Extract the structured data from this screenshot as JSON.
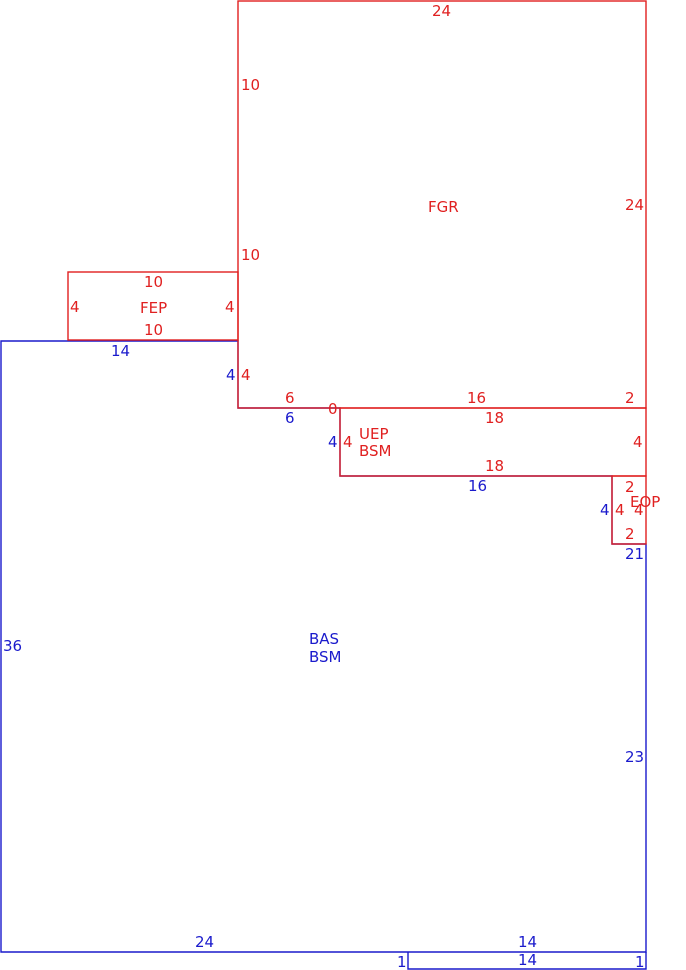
{
  "colors": {
    "upper_level": "#e02020",
    "base_level": "#1a1acc",
    "background": "#ffffff"
  },
  "areas": {
    "fgr": {
      "code": "FGR"
    },
    "fep": {
      "code": "FEP"
    },
    "uep": {
      "code": "UEP",
      "sub": "BSM"
    },
    "eop": {
      "code": "EOP"
    },
    "bas": {
      "code": "BAS",
      "sub": "BSM"
    }
  },
  "dimensions": {
    "fgr_top": "24",
    "fgr_left_upper": "10",
    "fgr_right": "24",
    "fgr_left_lower": "10",
    "fep_top": "10",
    "fep_left": "4",
    "fep_right": "4",
    "fep_bottom": "10",
    "bas_top_left": "14",
    "bas_step_blue": "4",
    "fgr_step_red": "4",
    "red_step_6": "6",
    "blue_step_6": "6",
    "red_zero": "0",
    "fgr_bottom_16": "16",
    "fgr_bottom_2": "2",
    "uep_top": "18",
    "uep_left_blue": "4",
    "uep_left_red": "4",
    "uep_right": "4",
    "uep_bottom": "18",
    "bas_under_uep": "16",
    "eop_top": "2",
    "eop_left_blue": "4",
    "eop_left_red": "4",
    "eop_right": "4",
    "eop_bottom": "2",
    "bas_right_21": "21",
    "bas_left": "36",
    "bas_right_23": "23",
    "bas_bottom": "24",
    "bas_bottom_right": "14",
    "bump_bottom": "14",
    "bump_left": "1",
    "bump_right": "1"
  }
}
